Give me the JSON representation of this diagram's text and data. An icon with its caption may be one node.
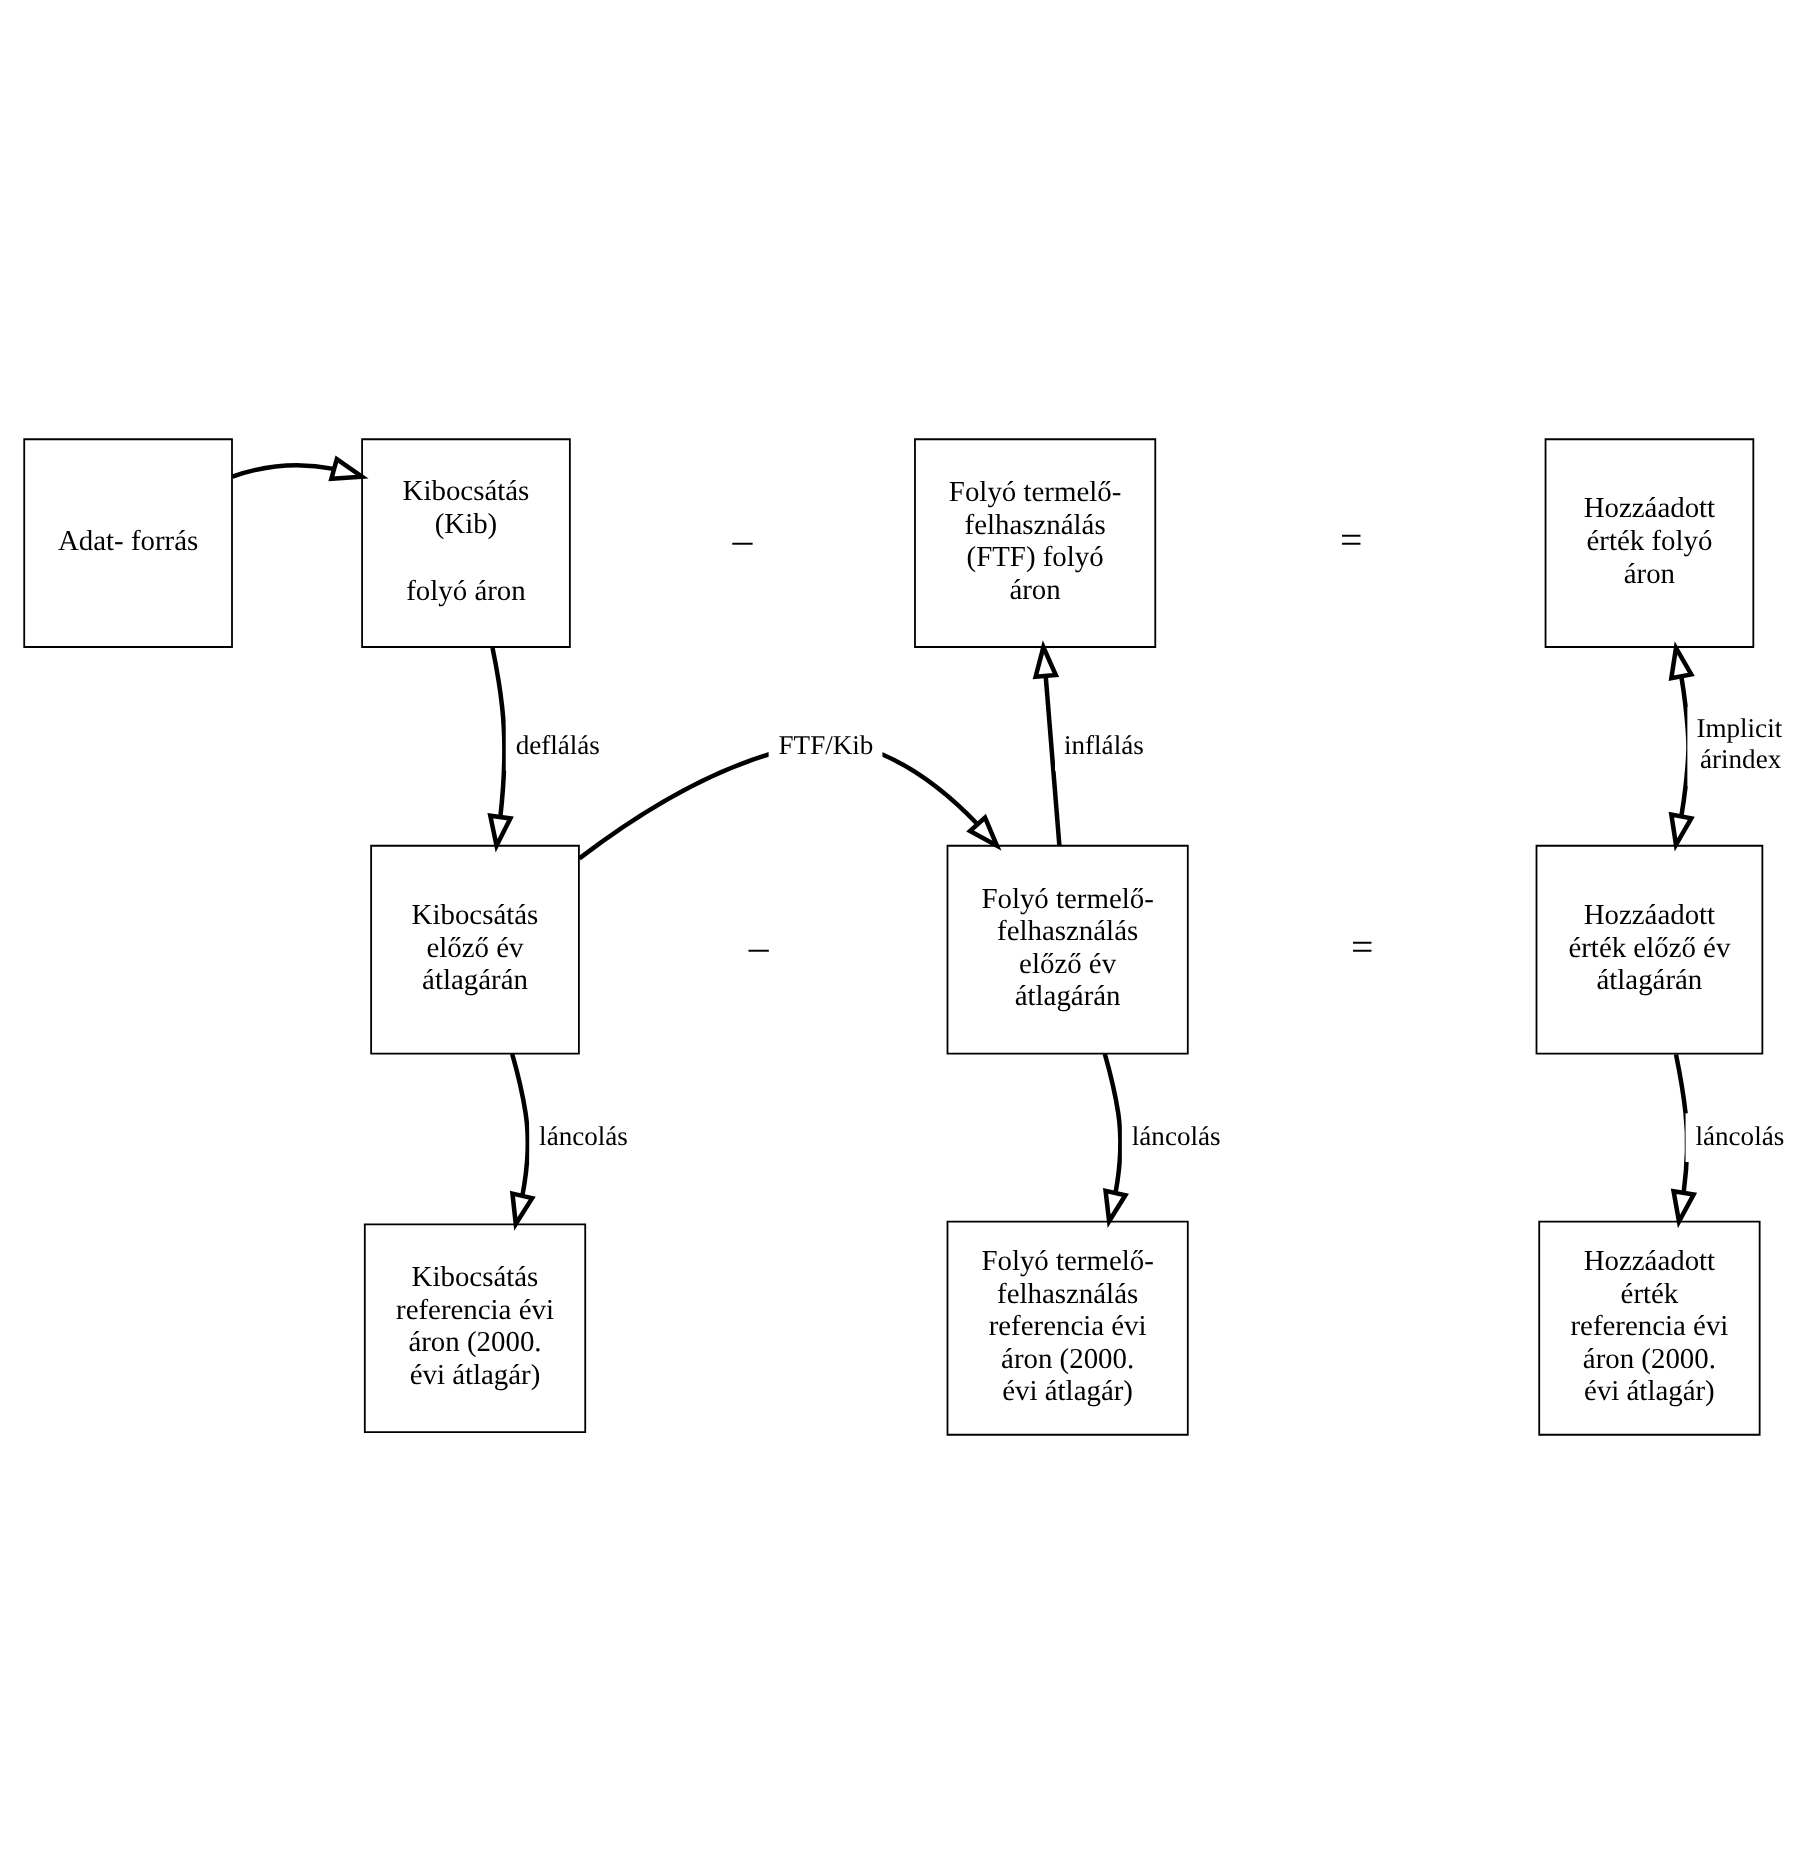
{
  "diagram": {
    "nodes": [
      {
        "text": [
          "Adat- forrás"
        ]
      },
      {
        "text": [
          "Kibocsátás (Kib)",
          "folyó áron"
        ]
      },
      {
        "text": [
          "Folyó termelő- felhasználás (FTF) folyó áron"
        ]
      },
      {
        "text": [
          "Hozzáadott érték folyó áron"
        ]
      },
      {
        "text": [
          "Kibocsátás előző év átlagárán"
        ]
      },
      {
        "text": [
          "Folyó termelő- felhasználás előző év átlagárán"
        ]
      },
      {
        "text": [
          "Hozzáadott érték előző év átlagárán"
        ]
      },
      {
        "text": [
          "Kibocsátás referencia évi áron (2000. évi átlagár)"
        ]
      },
      {
        "text": [
          "Folyó termelő- felhasználás referencia évi áron (2000. évi átlagár)"
        ]
      },
      {
        "text": [
          "Hozzáadott érték referencia évi áron (2000. évi átlagár)"
        ]
      }
    ],
    "edges": [
      {
        "from": 0,
        "to": 1,
        "arrow": "to"
      },
      {
        "from": 1,
        "to": 4,
        "arrow": "to",
        "label": "deflálás"
      },
      {
        "from": 5,
        "to": 2,
        "arrow": "to",
        "label": "inflálás"
      },
      {
        "from": 3,
        "to": 6,
        "arrow": "both",
        "label": "Implicit árindex"
      },
      {
        "from": 4,
        "to": 5,
        "arrow": "to",
        "label": "FTF/Kib"
      },
      {
        "from": 4,
        "to": 7,
        "arrow": "to",
        "label": "láncolás"
      },
      {
        "from": 5,
        "to": 8,
        "arrow": "to",
        "label": "láncolás"
      },
      {
        "from": 6,
        "to": 9,
        "arrow": "to",
        "label": "láncolás"
      }
    ],
    "labels": [
      "–",
      "=",
      "–",
      "="
    ]
  }
}
